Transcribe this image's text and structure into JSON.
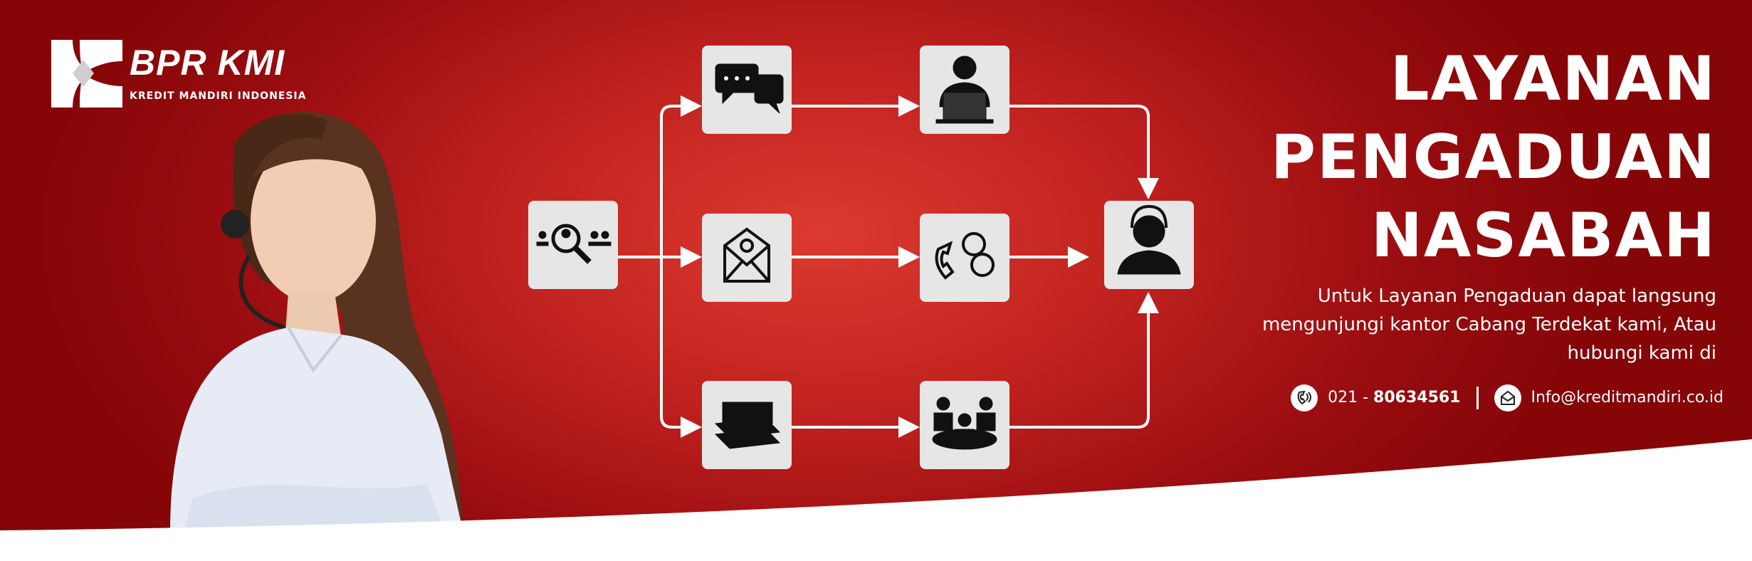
{
  "brand": {
    "name": "BPR KMI",
    "tagline": "KREDIT MANDIRI INDONESIA"
  },
  "title": {
    "line1": "LAYANAN",
    "line2": "PENGADUAN",
    "line3": "NASABAH"
  },
  "subtitle": {
    "line1": "Untuk Layanan Pengaduan dapat langsung",
    "line2": "mengunjungi kantor Cabang Terdekat kami, Atau",
    "line3": "hubungi kami di"
  },
  "contact": {
    "phone_prefix": "021 - ",
    "phone_number": "80634561",
    "email": "Info@kreditmandiri.co.id",
    "phone_icon": "phone-icon",
    "email_icon": "email-icon"
  },
  "flow": {
    "nodes": [
      "customer-search-icon",
      "chat-icon",
      "email-at-icon",
      "documents-icon",
      "officer-laptop-icon",
      "phone-question-icon",
      "meeting-icon",
      "customer-service-agent-icon"
    ]
  },
  "colors": {
    "bg_center": "#dc3a30",
    "bg_edge": "#860608",
    "box": "#e6e6e6",
    "text": "#ffffff"
  }
}
